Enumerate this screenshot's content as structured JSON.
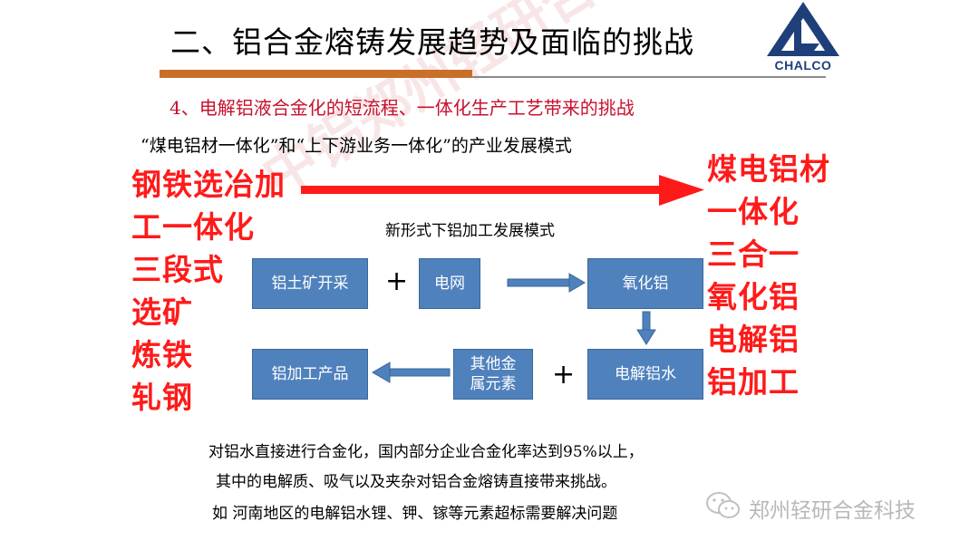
{
  "header": {
    "title": "二、铝合金熔铸发展趋势及面临的挑战",
    "logo_text": "CHALCO",
    "colors": {
      "title_rule": "#c8702a",
      "logo_blue": "#1f3f7a"
    }
  },
  "subtitle": "4、电解铝液合金化的短流程、一体化生产工艺带来的挑战",
  "mode_caption": "“煤电铝材一体化”和“上下游业务一体化”的产业发展模式",
  "left_column": [
    "钢铁选冶加",
    "工一体化",
    "三段式",
    "选矿",
    "炼铁",
    "轧钢"
  ],
  "right_column": [
    "煤电铝材",
    "一体化",
    "三合一",
    "氧化铝",
    "电解铝",
    "铝加工"
  ],
  "new_mode_label": "新形式下铝加工发展模式",
  "flow": {
    "boxes": {
      "bauxite": "铝土矿开采",
      "grid": "电网",
      "alumina": "氧化铝",
      "electrolytic": "电解铝水",
      "other_metals": "其他金属元素",
      "products": "铝加工产品"
    },
    "plus": "+"
  },
  "bottom_lines": [
    "对铝水直接进行合金化，国内部分企业合金化率达到95%以上，",
    "其中的电解质、吸气以及夹杂对铝合金熔铸直接带来挑战。",
    "如 河南地区的电解铝水锂、钾、镓等元素超标需要解决问题"
  ],
  "watermark": {
    "diagonal": "中铝郑州轻研合金  www.almgcu.cn",
    "source": "郑州轻研合金科技",
    "icon": "wechat-icon"
  },
  "colors": {
    "accent_red": "#ff1a1a",
    "box_blue": "#4f81bd",
    "subtitle_red": "#c8102e"
  }
}
